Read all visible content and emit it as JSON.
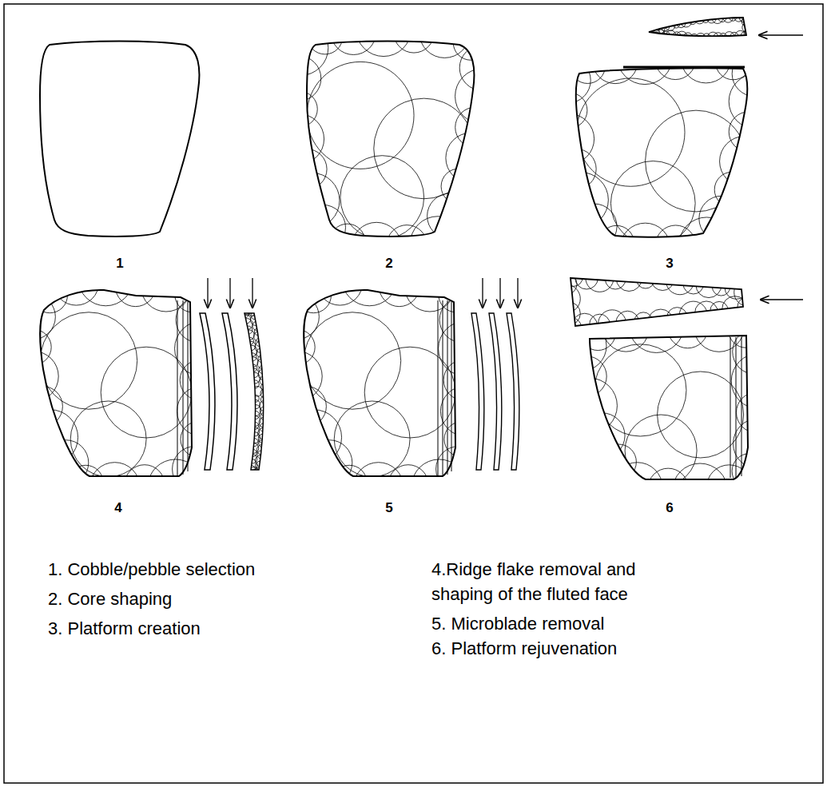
{
  "diagram": {
    "labels": [
      "1",
      "2",
      "3",
      "4",
      "5",
      "6",
      "1. Cobble/pebble selection",
      "2. Core shaping",
      "3. Platform creation",
      "4.Ridge flake removal and shaping of the fluted face",
      "5. Microblade removal",
      "6. Platform rejuvenation"
    ]
  }
}
